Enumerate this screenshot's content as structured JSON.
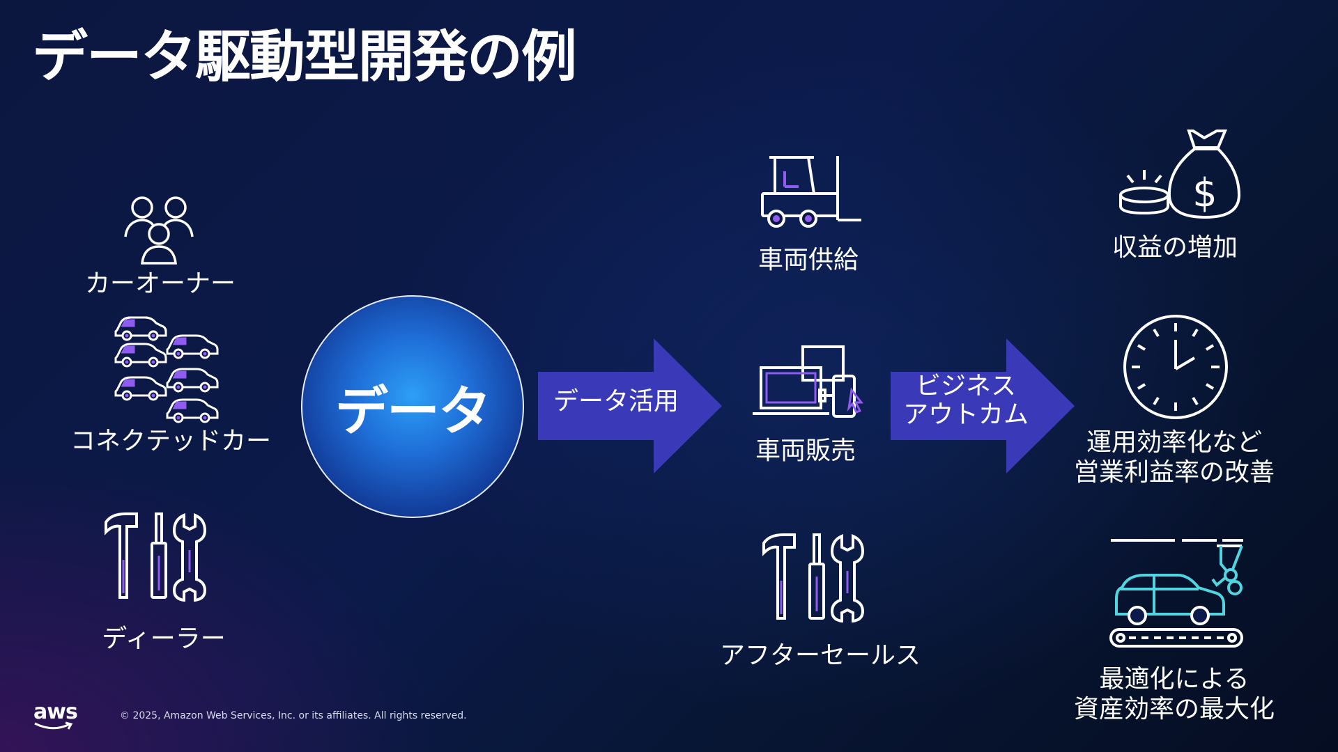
{
  "slide": {
    "title": "データ駆動型開発の例",
    "copyright": "© 2025, Amazon Web Services, Inc. or its affiliates. All rights reserved.",
    "logo_text": "aws"
  },
  "colors": {
    "arrow": "#3a3ab8",
    "accent_purple": "#8f5cf0",
    "accent_teal": "#4fd6e0",
    "circle_center": "#2d9ef6"
  },
  "sources": [
    {
      "label": "カーオーナー",
      "icon": "people-icon"
    },
    {
      "label": "コネクテッドカー",
      "icon": "connected-cars-icon"
    },
    {
      "label": "ディーラー",
      "icon": "tools-icon"
    }
  ],
  "center": {
    "label": "データ"
  },
  "arrows": [
    {
      "label": "データ活用"
    },
    {
      "label_line1": "ビジネス",
      "label_line2": "アウトカム"
    }
  ],
  "uses": [
    {
      "label": "車両供給",
      "icon": "forklift-icon"
    },
    {
      "label": "車両販売",
      "icon": "devices-icon"
    },
    {
      "label": "アフターセールス",
      "icon": "tools-icon"
    }
  ],
  "outcomes": [
    {
      "label_line1": "収益の増加",
      "icon": "money-bag-icon"
    },
    {
      "label_line1": "運用効率化など",
      "label_line2": "営業利益率の改善",
      "icon": "clock-icon"
    },
    {
      "label_line1": "最適化による",
      "label_line2": "資産効率の最大化",
      "icon": "car-assembly-icon"
    }
  ]
}
